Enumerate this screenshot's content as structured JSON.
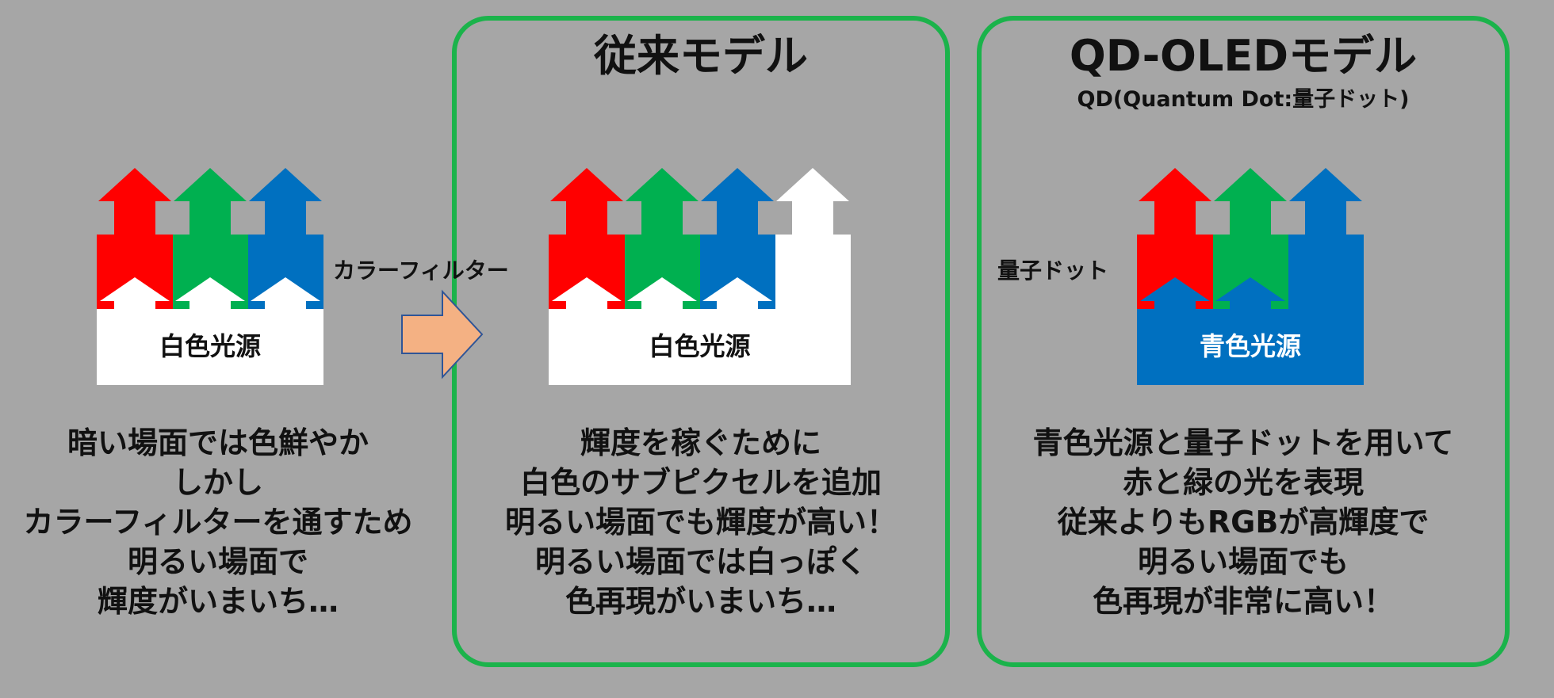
{
  "colors": {
    "background": "#a6a6a6",
    "frame": "#1bb34b",
    "red": "#ff0000",
    "green": "#00b050",
    "blue": "#0070c0",
    "white": "#ffffff",
    "transition_arrow": "#f4b183",
    "transition_arrow_border": "#2f5597"
  },
  "left": {
    "source_label": "白色光源",
    "filter_label": "カラーフィルター",
    "description": [
      "暗い場面では色鮮やか",
      "しかし",
      "カラーフィルターを通すため",
      "明るい場面で",
      "輝度がいまいち…"
    ]
  },
  "middle": {
    "title": "従来モデル",
    "source_label": "白色光源",
    "description": [
      "輝度を稼ぐために",
      "白色のサブピクセルを追加",
      "明るい場面でも輝度が高い！",
      "明るい場面では白っぽく",
      "色再現がいまいち…"
    ]
  },
  "right": {
    "title": "QD-OLEDモデル",
    "subtitle": "QD(Quantum Dot:量子ドット)",
    "dot_label": "量子ドット",
    "source_label": "青色光源",
    "description": [
      "青色光源と量子ドットを用いて",
      "赤と緑の光を表現",
      "従来よりもRGBが高輝度で",
      "明るい場面でも",
      "色再現が非常に高い！"
    ]
  },
  "icons": {
    "transition": "arrow-right-icon"
  }
}
